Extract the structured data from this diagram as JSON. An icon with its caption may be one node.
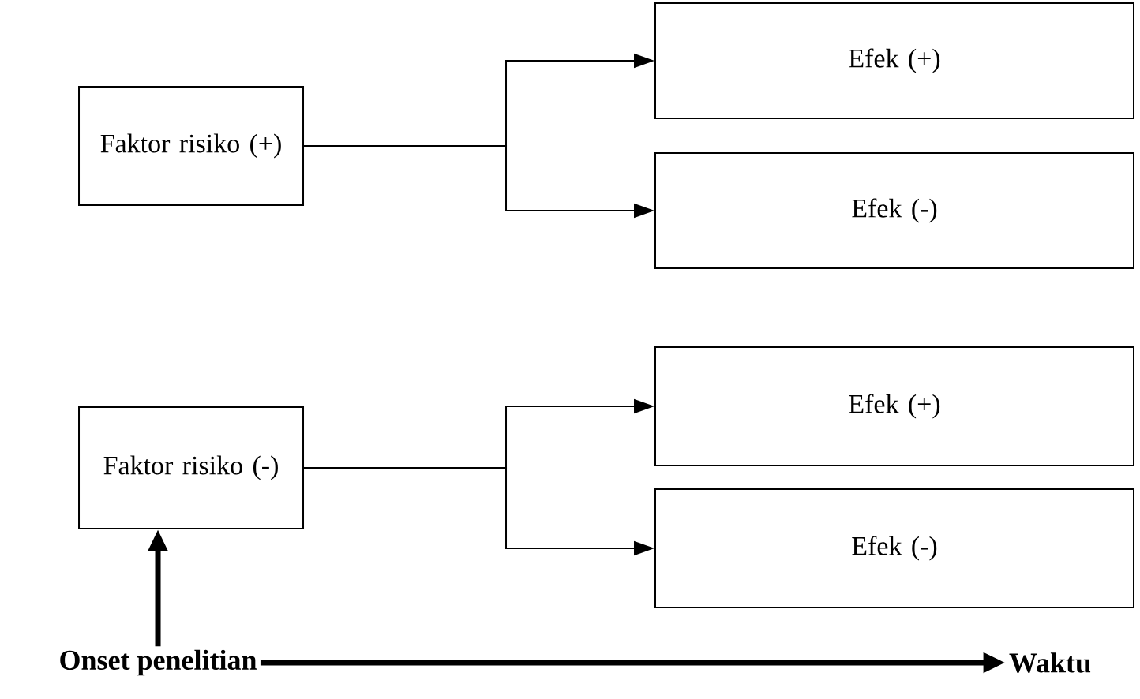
{
  "diagram": {
    "nodes": [
      {
        "text": [
          "Faktor risiko (+)"
        ]
      },
      {
        "text": [
          "Efek (+)"
        ]
      },
      {
        "text": [
          "Efek (-)"
        ]
      },
      {
        "text": [
          "Faktor risiko (-)"
        ]
      },
      {
        "text": [
          "Efek (+)"
        ]
      },
      {
        "text": [
          "Efek (-)"
        ]
      },
      {
        "text": [
          "Onset penelitian"
        ]
      },
      {
        "text": [
          "Waktu"
        ]
      }
    ],
    "edges": [
      {
        "from": 0,
        "to": 1,
        "arrow": "to"
      },
      {
        "from": 0,
        "to": 2,
        "arrow": "to"
      },
      {
        "from": 3,
        "to": 4,
        "arrow": "to"
      },
      {
        "from": 3,
        "to": 5,
        "arrow": "to"
      },
      {
        "from": 6,
        "to": 3,
        "arrow": "to",
        "style": "thick"
      },
      {
        "from": 6,
        "to": 7,
        "arrow": "to",
        "style": "thick"
      }
    ]
  }
}
